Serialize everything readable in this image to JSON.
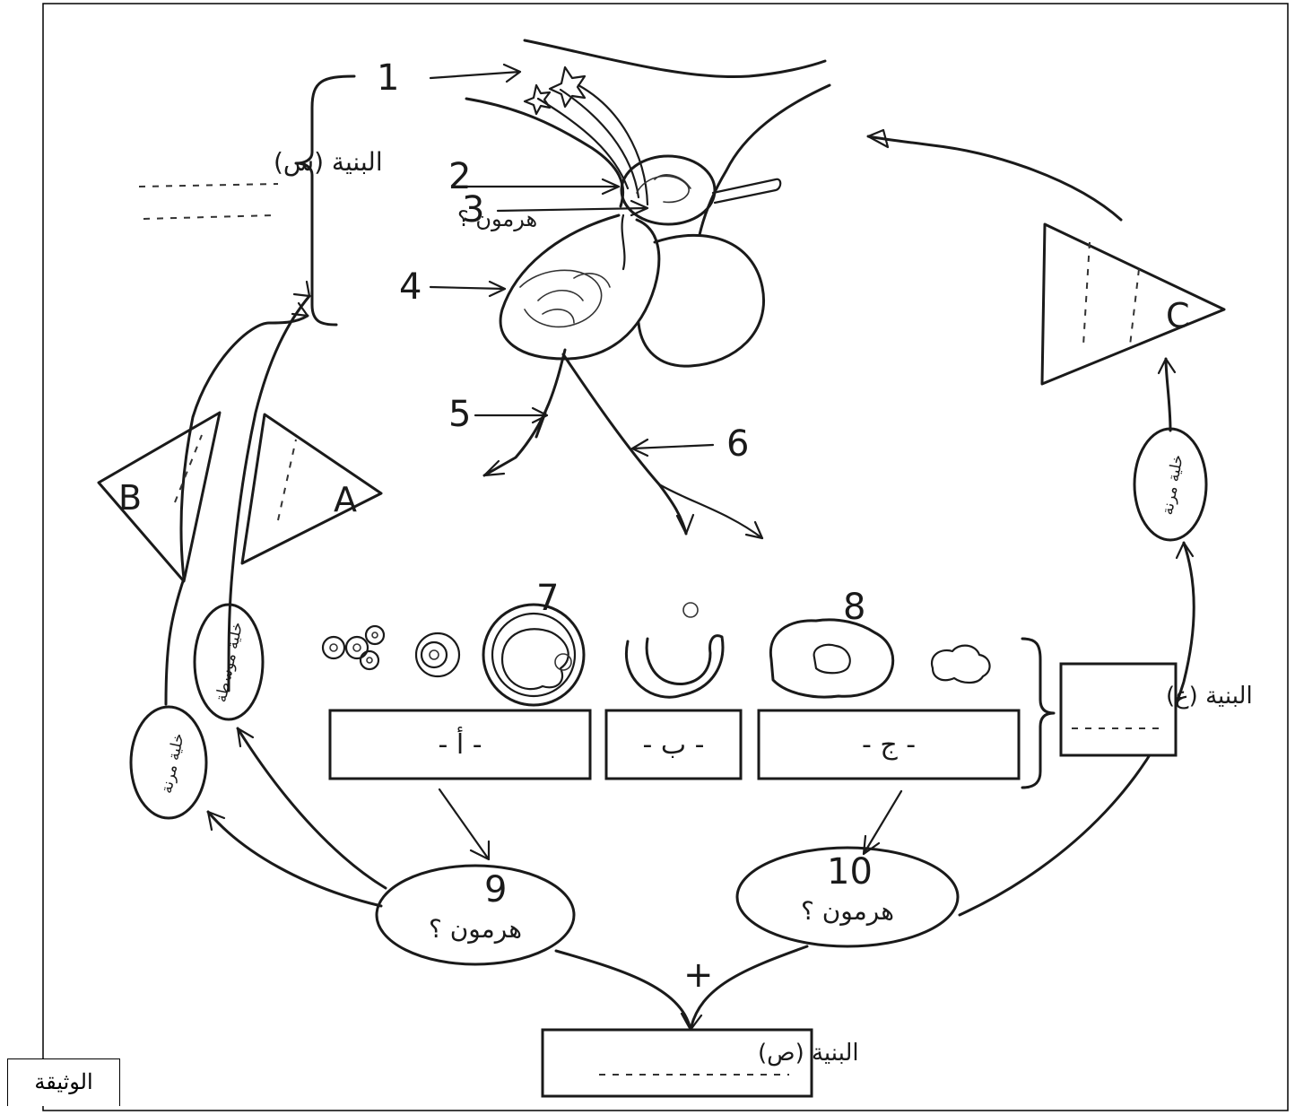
{
  "document_label": "الوثيقة",
  "structures": {
    "s": {
      "label": "البنية (س)"
    },
    "a": {
      "label": "البنية (ع)"
    },
    "p": {
      "label": "البنية (ص)"
    }
  },
  "numbers": {
    "n1": "1",
    "n2": "2",
    "n3": "3",
    "n4": "4",
    "n5": "5",
    "n6": "6",
    "n7": "7",
    "n8": "8",
    "n9": "9",
    "n10": "10"
  },
  "hormone_label": "هرمون ؟",
  "cells": {
    "target_cell": "خلية مرنة",
    "mediator_cell": "خلية موسطة"
  },
  "phase_boxes": [
    "- أ -",
    "- ب -",
    "- ج -"
  ],
  "triangles": [
    "A",
    "B",
    "C"
  ],
  "plus_sign": "+"
}
